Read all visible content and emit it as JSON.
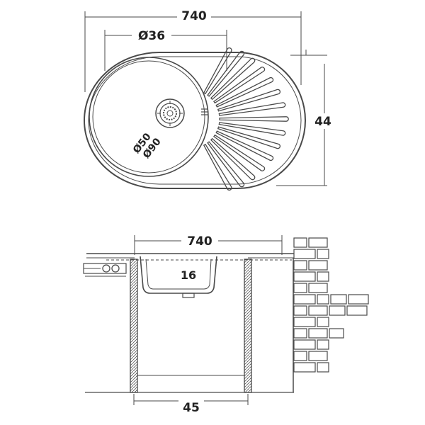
{
  "top_view": {
    "overall_width_label": "740",
    "bowl_diameter_label": "Ø36",
    "depth_label": "44",
    "waste_label_inner": "Ø50",
    "waste_label_outer": "Ø90"
  },
  "side_view": {
    "overall_width_label": "740",
    "bowl_depth_label": "16",
    "cabinet_width_label": "45"
  },
  "colors": {
    "line": "#4a4a4a",
    "text": "#222222",
    "background": "#ffffff"
  }
}
